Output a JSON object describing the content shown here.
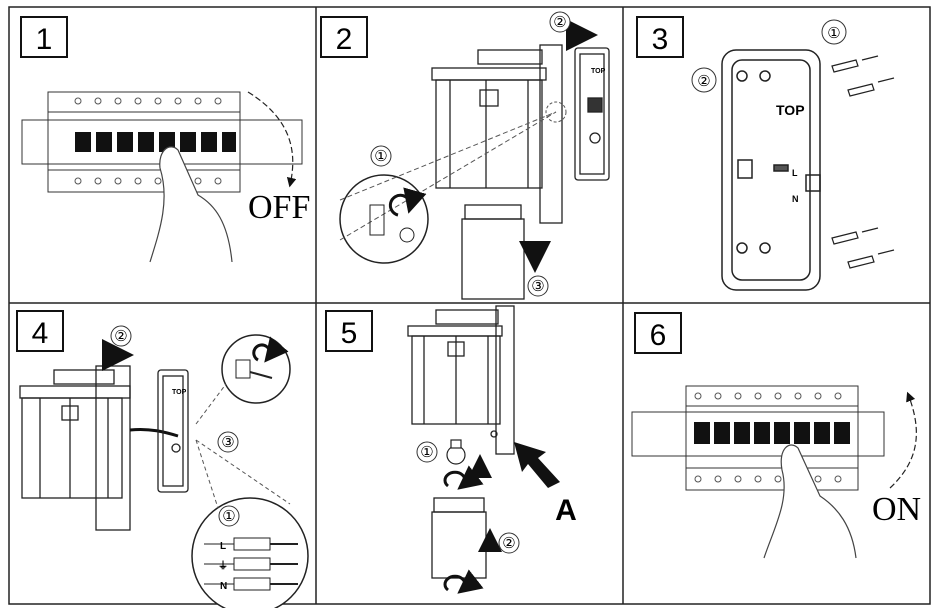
{
  "steps": [
    {
      "number": "1",
      "state_label": "OFF"
    },
    {
      "number": "2",
      "callouts": [
        "①",
        "②",
        "③"
      ],
      "bracket_label": "TOP"
    },
    {
      "number": "3",
      "callouts": [
        "①",
        "②"
      ],
      "top_label": "TOP",
      "wire_labels": [
        "L",
        "N"
      ]
    },
    {
      "number": "4",
      "callouts": [
        "①",
        "②",
        "③"
      ],
      "bracket_label": "TOP",
      "terminal_labels": [
        "L",
        "⏚",
        "N"
      ]
    },
    {
      "number": "5",
      "callouts": [
        "①",
        "②"
      ],
      "pointer_label": "A"
    },
    {
      "number": "6",
      "state_label": "ON"
    }
  ]
}
